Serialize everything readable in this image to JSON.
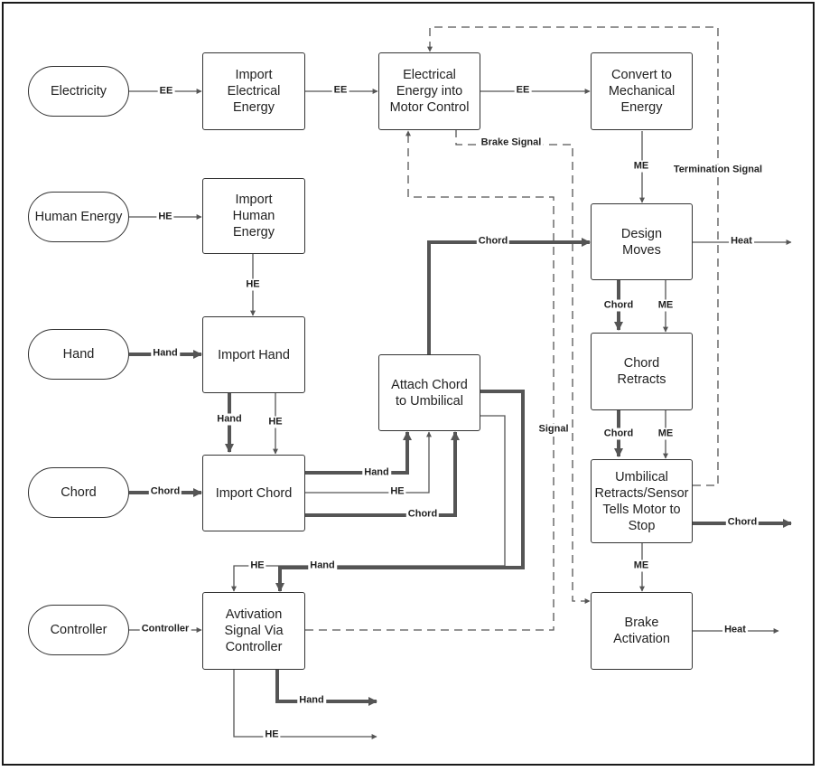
{
  "nodes": {
    "electricity": "Electricity",
    "human_energy": "Human Energy",
    "hand_in": "Hand",
    "chord_in": "Chord",
    "controller_in": "Controller",
    "import_electrical": "Import\nElectrical\nEnergy",
    "import_human": "Import\nHuman\nEnergy",
    "import_hand": "Import Hand",
    "import_chord": "Import Chord",
    "activation": "Avtivation\nSignal Via\nController",
    "motor_control": "Electrical\nEnergy into\nMotor Control",
    "attach_chord": "Attach Chord\nto Umbilical",
    "convert_mech": "Convert to\nMechanical\nEnergy",
    "design_moves": "Design\nMoves",
    "chord_retracts": "Chord\nRetracts",
    "umbilical": "Umbilical\nRetracts/Sensor\nTells Motor to\nStop",
    "brake": "Brake\nActivation"
  },
  "labels": {
    "ee1": "EE",
    "ee2": "EE",
    "ee3": "EE",
    "he1": "HE",
    "he2": "HE",
    "hand1": "Hand",
    "chord1": "Chord",
    "controller1": "Controller",
    "hand2": "Hand",
    "he3": "HE",
    "hand3": "Hand",
    "he4": "HE",
    "chord2": "Chord",
    "he5": "HE",
    "hand4": "Hand",
    "chord3": "Chord",
    "brake_signal": "Brake Signal",
    "termination_signal": "Termination Signal",
    "signal": "Signal",
    "me1": "ME",
    "heat1": "Heat",
    "chord4": "Chord",
    "me2": "ME",
    "chord5": "Chord",
    "me3": "ME",
    "chord6": "Chord",
    "me4": "ME",
    "heat2": "Heat",
    "hand5": "Hand",
    "he6": "HE"
  }
}
